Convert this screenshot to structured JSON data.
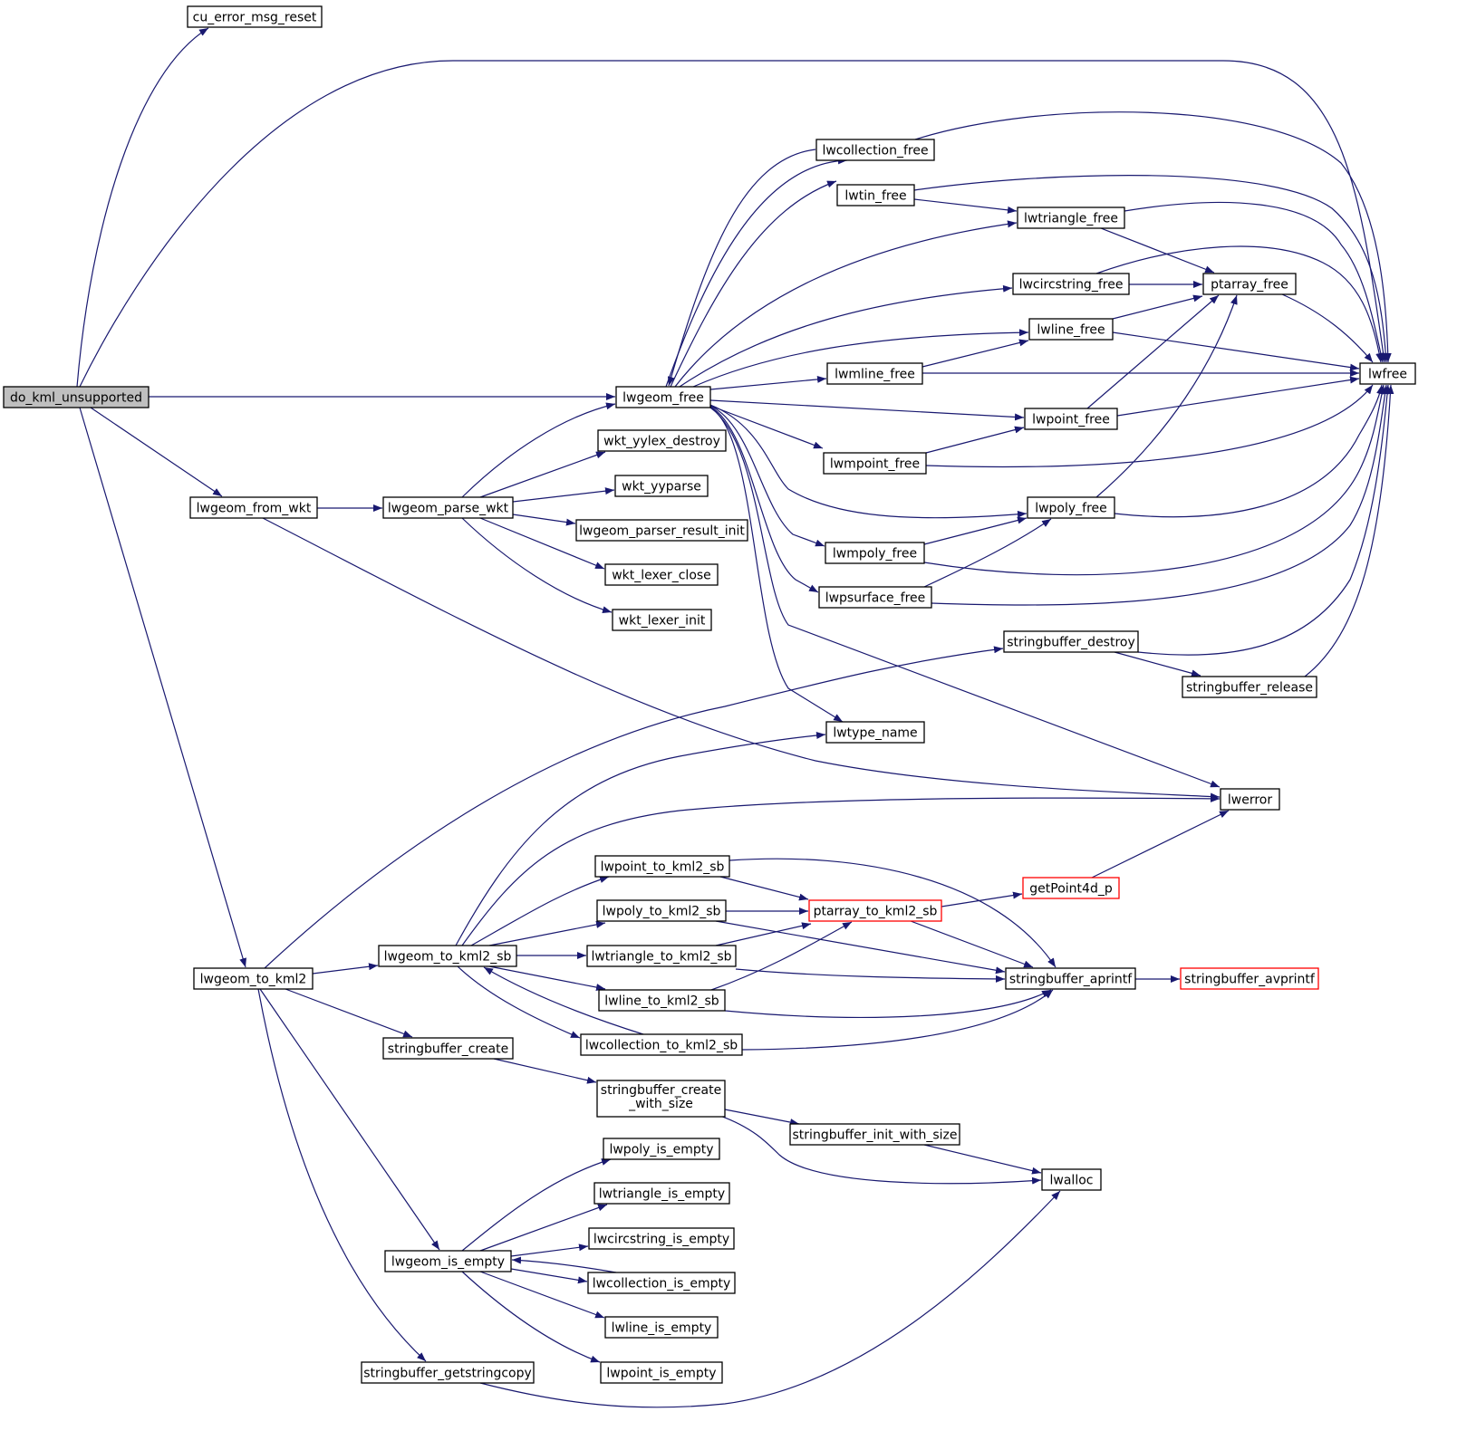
{
  "colors": {
    "edge": "#191970",
    "node_border": "#000000",
    "node_root_fill": "#bfbfbf",
    "node_fill": "#ffffff",
    "node_truncated_border": "#ff0000"
  },
  "nodes": [
    {
      "id": "do_kml_unsupported",
      "label": "do_kml_unsupported",
      "kind": "root"
    },
    {
      "id": "cu_error_msg_reset",
      "label": "cu_error_msg_reset"
    },
    {
      "id": "lwgeom_from_wkt",
      "label": "lwgeom_from_wkt"
    },
    {
      "id": "lwgeom_parse_wkt",
      "label": "lwgeom_parse_wkt"
    },
    {
      "id": "lwgeom_free",
      "label": "lwgeom_free"
    },
    {
      "id": "wkt_yylex_destroy",
      "label": "wkt_yylex_destroy"
    },
    {
      "id": "wkt_yyparse",
      "label": "wkt_yyparse"
    },
    {
      "id": "lwgeom_parser_result_init",
      "label": "lwgeom_parser_result_init"
    },
    {
      "id": "wkt_lexer_close",
      "label": "wkt_lexer_close"
    },
    {
      "id": "wkt_lexer_init",
      "label": "wkt_lexer_init"
    },
    {
      "id": "lwcollection_free",
      "label": "lwcollection_free"
    },
    {
      "id": "lwtin_free",
      "label": "lwtin_free"
    },
    {
      "id": "lwtriangle_free",
      "label": "lwtriangle_free"
    },
    {
      "id": "lwcircstring_free",
      "label": "lwcircstring_free"
    },
    {
      "id": "ptarray_free",
      "label": "ptarray_free"
    },
    {
      "id": "lwline_free",
      "label": "lwline_free"
    },
    {
      "id": "lwmline_free",
      "label": "lwmline_free"
    },
    {
      "id": "lwfree",
      "label": "lwfree"
    },
    {
      "id": "lwpoint_free",
      "label": "lwpoint_free"
    },
    {
      "id": "lwmpoint_free",
      "label": "lwmpoint_free"
    },
    {
      "id": "lwpoly_free",
      "label": "lwpoly_free"
    },
    {
      "id": "lwmpoly_free",
      "label": "lwmpoly_free"
    },
    {
      "id": "lwpsurface_free",
      "label": "lwpsurface_free"
    },
    {
      "id": "stringbuffer_destroy",
      "label": "stringbuffer_destroy"
    },
    {
      "id": "stringbuffer_release",
      "label": "stringbuffer_release"
    },
    {
      "id": "lwtype_name",
      "label": "lwtype_name"
    },
    {
      "id": "lwerror",
      "label": "lwerror"
    },
    {
      "id": "lwgeom_to_kml2",
      "label": "lwgeom_to_kml2"
    },
    {
      "id": "lwgeom_to_kml2_sb",
      "label": "lwgeom_to_kml2_sb"
    },
    {
      "id": "lwpoint_to_kml2_sb",
      "label": "lwpoint_to_kml2_sb"
    },
    {
      "id": "lwpoly_to_kml2_sb",
      "label": "lwpoly_to_kml2_sb"
    },
    {
      "id": "lwtriangle_to_kml2_sb",
      "label": "lwtriangle_to_kml2_sb"
    },
    {
      "id": "lwline_to_kml2_sb",
      "label": "lwline_to_kml2_sb"
    },
    {
      "id": "lwcollection_to_kml2_sb",
      "label": "lwcollection_to_kml2_sb"
    },
    {
      "id": "ptarray_to_kml2_sb",
      "label": "ptarray_to_kml2_sb",
      "kind": "truncated"
    },
    {
      "id": "getPoint4d_p",
      "label": "getPoint4d_p",
      "kind": "truncated"
    },
    {
      "id": "stringbuffer_aprintf",
      "label": "stringbuffer_aprintf"
    },
    {
      "id": "stringbuffer_avprintf",
      "label": "stringbuffer_avprintf",
      "kind": "truncated"
    },
    {
      "id": "stringbuffer_create",
      "label": "stringbuffer_create"
    },
    {
      "id": "stringbuffer_create_with_size",
      "label": "stringbuffer_create\n_with_size"
    },
    {
      "id": "stringbuffer_init_with_size",
      "label": "stringbuffer_init_with_size"
    },
    {
      "id": "lwalloc",
      "label": "lwalloc"
    },
    {
      "id": "lwgeom_is_empty",
      "label": "lwgeom_is_empty"
    },
    {
      "id": "lwpoly_is_empty",
      "label": "lwpoly_is_empty"
    },
    {
      "id": "lwtriangle_is_empty",
      "label": "lwtriangle_is_empty"
    },
    {
      "id": "lwcircstring_is_empty",
      "label": "lwcircstring_is_empty"
    },
    {
      "id": "lwcollection_is_empty",
      "label": "lwcollection_is_empty"
    },
    {
      "id": "lwline_is_empty",
      "label": "lwline_is_empty"
    },
    {
      "id": "lwpoint_is_empty",
      "label": "lwpoint_is_empty"
    },
    {
      "id": "stringbuffer_getstringcopy",
      "label": "stringbuffer_getstringcopy"
    }
  ],
  "edges": [
    {
      "from": "do_kml_unsupported",
      "to": "cu_error_msg_reset"
    },
    {
      "from": "do_kml_unsupported",
      "to": "lwfree"
    },
    {
      "from": "do_kml_unsupported",
      "to": "lwgeom_free"
    },
    {
      "from": "do_kml_unsupported",
      "to": "lwgeom_from_wkt"
    },
    {
      "from": "do_kml_unsupported",
      "to": "lwgeom_to_kml2"
    },
    {
      "from": "lwgeom_from_wkt",
      "to": "lwgeom_parse_wkt"
    },
    {
      "from": "lwgeom_from_wkt",
      "to": "lwerror"
    },
    {
      "from": "lwgeom_parse_wkt",
      "to": "lwgeom_free"
    },
    {
      "from": "lwgeom_parse_wkt",
      "to": "wkt_yylex_destroy"
    },
    {
      "from": "lwgeom_parse_wkt",
      "to": "wkt_yyparse"
    },
    {
      "from": "lwgeom_parse_wkt",
      "to": "lwgeom_parser_result_init"
    },
    {
      "from": "lwgeom_parse_wkt",
      "to": "wkt_lexer_close"
    },
    {
      "from": "lwgeom_parse_wkt",
      "to": "wkt_lexer_init"
    },
    {
      "from": "lwgeom_free",
      "to": "lwcollection_free"
    },
    {
      "from": "lwgeom_free",
      "to": "lwtin_free"
    },
    {
      "from": "lwgeom_free",
      "to": "lwtriangle_free"
    },
    {
      "from": "lwgeom_free",
      "to": "lwcircstring_free"
    },
    {
      "from": "lwgeom_free",
      "to": "lwline_free"
    },
    {
      "from": "lwgeom_free",
      "to": "lwmline_free"
    },
    {
      "from": "lwgeom_free",
      "to": "lwpoint_free"
    },
    {
      "from": "lwgeom_free",
      "to": "lwmpoint_free"
    },
    {
      "from": "lwgeom_free",
      "to": "lwpoly_free"
    },
    {
      "from": "lwgeom_free",
      "to": "lwmpoly_free"
    },
    {
      "from": "lwgeom_free",
      "to": "lwpsurface_free"
    },
    {
      "from": "lwgeom_free",
      "to": "lwtype_name"
    },
    {
      "from": "lwgeom_free",
      "to": "lwerror"
    },
    {
      "from": "lwcollection_free",
      "to": "lwgeom_free"
    },
    {
      "from": "lwcollection_free",
      "to": "lwfree"
    },
    {
      "from": "lwtin_free",
      "to": "lwtriangle_free"
    },
    {
      "from": "lwtin_free",
      "to": "lwfree"
    },
    {
      "from": "lwtriangle_free",
      "to": "ptarray_free"
    },
    {
      "from": "lwtriangle_free",
      "to": "lwfree"
    },
    {
      "from": "lwcircstring_free",
      "to": "ptarray_free"
    },
    {
      "from": "lwcircstring_free",
      "to": "lwfree"
    },
    {
      "from": "ptarray_free",
      "to": "lwfree"
    },
    {
      "from": "lwline_free",
      "to": "ptarray_free"
    },
    {
      "from": "lwline_free",
      "to": "lwfree"
    },
    {
      "from": "lwmline_free",
      "to": "lwline_free"
    },
    {
      "from": "lwmline_free",
      "to": "lwfree"
    },
    {
      "from": "lwpoint_free",
      "to": "ptarray_free"
    },
    {
      "from": "lwpoint_free",
      "to": "lwfree"
    },
    {
      "from": "lwmpoint_free",
      "to": "lwpoint_free"
    },
    {
      "from": "lwmpoint_free",
      "to": "lwfree"
    },
    {
      "from": "lwpoly_free",
      "to": "ptarray_free"
    },
    {
      "from": "lwpoly_free",
      "to": "lwfree"
    },
    {
      "from": "lwmpoly_free",
      "to": "lwpoly_free"
    },
    {
      "from": "lwmpoly_free",
      "to": "lwfree"
    },
    {
      "from": "lwpsurface_free",
      "to": "lwpoly_free"
    },
    {
      "from": "lwpsurface_free",
      "to": "lwfree"
    },
    {
      "from": "stringbuffer_destroy",
      "to": "lwfree"
    },
    {
      "from": "stringbuffer_destroy",
      "to": "stringbuffer_release"
    },
    {
      "from": "stringbuffer_release",
      "to": "lwfree"
    },
    {
      "from": "lwgeom_to_kml2",
      "to": "stringbuffer_destroy"
    },
    {
      "from": "lwgeom_to_kml2",
      "to": "lwgeom_to_kml2_sb"
    },
    {
      "from": "lwgeom_to_kml2",
      "to": "stringbuffer_create"
    },
    {
      "from": "lwgeom_to_kml2",
      "to": "lwgeom_is_empty"
    },
    {
      "from": "lwgeom_to_kml2",
      "to": "stringbuffer_getstringcopy"
    },
    {
      "from": "lwgeom_to_kml2_sb",
      "to": "lwtype_name"
    },
    {
      "from": "lwgeom_to_kml2_sb",
      "to": "lwerror"
    },
    {
      "from": "lwgeom_to_kml2_sb",
      "to": "lwpoint_to_kml2_sb"
    },
    {
      "from": "lwgeom_to_kml2_sb",
      "to": "lwpoly_to_kml2_sb"
    },
    {
      "from": "lwgeom_to_kml2_sb",
      "to": "lwtriangle_to_kml2_sb"
    },
    {
      "from": "lwgeom_to_kml2_sb",
      "to": "lwline_to_kml2_sb"
    },
    {
      "from": "lwgeom_to_kml2_sb",
      "to": "lwcollection_to_kml2_sb"
    },
    {
      "from": "lwpoint_to_kml2_sb",
      "to": "ptarray_to_kml2_sb"
    },
    {
      "from": "lwpoint_to_kml2_sb",
      "to": "stringbuffer_aprintf"
    },
    {
      "from": "lwpoly_to_kml2_sb",
      "to": "ptarray_to_kml2_sb"
    },
    {
      "from": "lwpoly_to_kml2_sb",
      "to": "stringbuffer_aprintf"
    },
    {
      "from": "lwtriangle_to_kml2_sb",
      "to": "ptarray_to_kml2_sb"
    },
    {
      "from": "lwtriangle_to_kml2_sb",
      "to": "stringbuffer_aprintf"
    },
    {
      "from": "lwline_to_kml2_sb",
      "to": "ptarray_to_kml2_sb"
    },
    {
      "from": "lwline_to_kml2_sb",
      "to": "stringbuffer_aprintf"
    },
    {
      "from": "lwcollection_to_kml2_sb",
      "to": "lwgeom_to_kml2_sb"
    },
    {
      "from": "lwcollection_to_kml2_sb",
      "to": "stringbuffer_aprintf"
    },
    {
      "from": "ptarray_to_kml2_sb",
      "to": "getPoint4d_p"
    },
    {
      "from": "ptarray_to_kml2_sb",
      "to": "stringbuffer_aprintf"
    },
    {
      "from": "getPoint4d_p",
      "to": "lwerror"
    },
    {
      "from": "stringbuffer_aprintf",
      "to": "stringbuffer_avprintf"
    },
    {
      "from": "stringbuffer_create",
      "to": "stringbuffer_create_with_size"
    },
    {
      "from": "stringbuffer_create_with_size",
      "to": "stringbuffer_init_with_size"
    },
    {
      "from": "stringbuffer_create_with_size",
      "to": "lwalloc"
    },
    {
      "from": "stringbuffer_init_with_size",
      "to": "lwalloc"
    },
    {
      "from": "stringbuffer_getstringcopy",
      "to": "lwalloc"
    },
    {
      "from": "lwgeom_is_empty",
      "to": "lwpoly_is_empty"
    },
    {
      "from": "lwgeom_is_empty",
      "to": "lwtriangle_is_empty"
    },
    {
      "from": "lwgeom_is_empty",
      "to": "lwcircstring_is_empty"
    },
    {
      "from": "lwgeom_is_empty",
      "to": "lwcollection_is_empty"
    },
    {
      "from": "lwgeom_is_empty",
      "to": "lwline_is_empty"
    },
    {
      "from": "lwgeom_is_empty",
      "to": "lwpoint_is_empty"
    },
    {
      "from": "lwcollection_is_empty",
      "to": "lwgeom_is_empty"
    }
  ]
}
